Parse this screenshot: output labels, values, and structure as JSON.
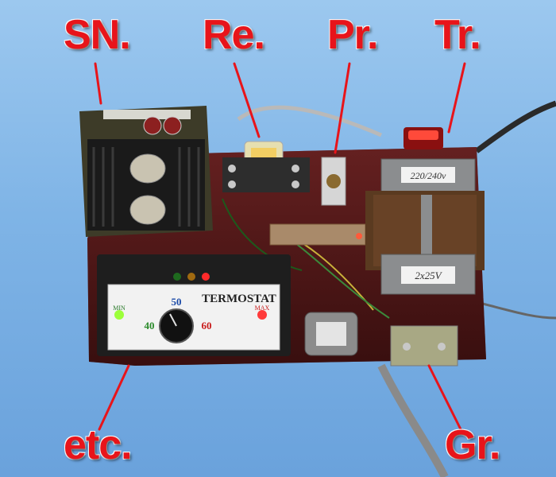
{
  "callouts": {
    "sn": "SN.",
    "re": "Re.",
    "pr": "Pr.",
    "tr": "Tr.",
    "etc": "etc.",
    "gr": "Gr."
  },
  "thermostat_panel": {
    "title": "TERMOSTAT",
    "min_label": "MIN",
    "max_label": "MAX",
    "scale": [
      "40",
      "50",
      "60"
    ]
  },
  "transformer_labels": {
    "top": "220/240v",
    "bottom": "2x25V"
  },
  "colors": {
    "callout_text": "#e8141a",
    "pointer_line": "#e8141a",
    "background": "#7fb4e6",
    "board": "#4a1414",
    "heatsink": "#1a1a1a",
    "panel": "#f2f2f2"
  }
}
